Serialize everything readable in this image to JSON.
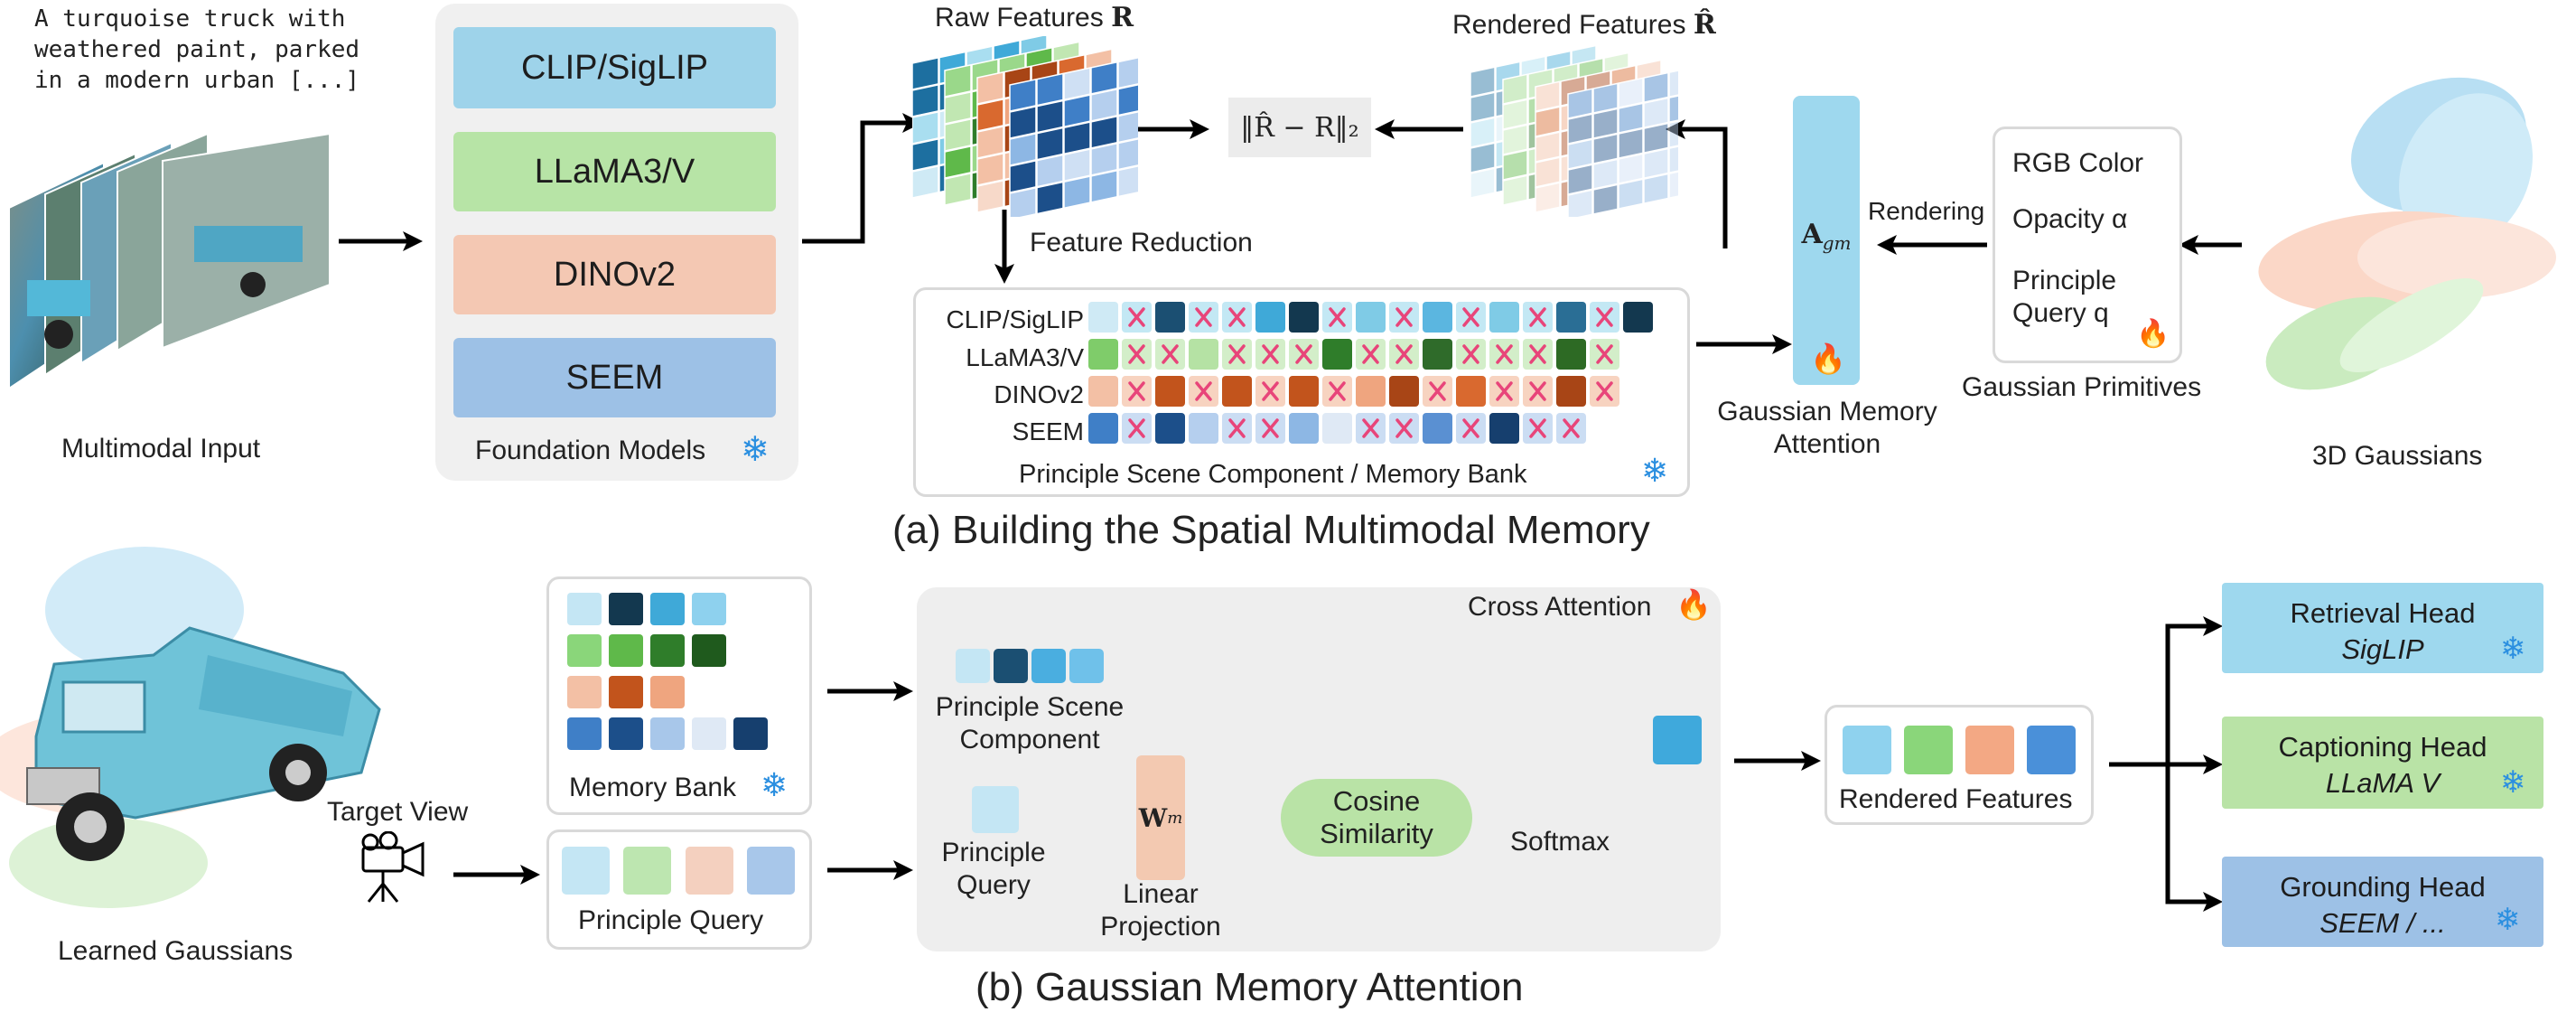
{
  "colors": {
    "clip": "#9ed3ea",
    "llama": "#b7e4a6",
    "dino": "#f4c8b3",
    "seem": "#9dc1e6",
    "attention": "#9ed8ee",
    "cross_panel": "#eeeeee",
    "cosine": "#b9e3a6",
    "linear": "#f3c9b1",
    "cross_mark": "#e8457a"
  },
  "top": {
    "input_text": [
      "A turquoise truck with",
      "weathered paint, parked",
      "in a modern urban [...]"
    ],
    "multimodal_input_label": "Multimodal Input",
    "foundation_models": [
      "CLIP/SigLIP",
      "LLaMA3/V",
      "DINOv2",
      "SEEM"
    ],
    "foundation_models_label": "Foundation Models",
    "raw_features_label": "Raw Features",
    "raw_features_symbol": "R",
    "rendered_features_label": "Rendered Features",
    "rendered_features_symbol": "R̂",
    "loss": "‖R̂ − R‖₂",
    "feature_reduction_label": "Feature Reduction",
    "memory_rows": [
      "CLIP/SigLIP",
      "LLaMA3/V",
      "DINOv2",
      "SEEM"
    ],
    "memory_bank_label": "Principle Scene Component / Memory Bank",
    "attention_symbol": "A",
    "attention_subscript": "gm",
    "gaussian_memory_attention_label": [
      "Gaussian Memory",
      "Attention"
    ],
    "rendering_label": "Rendering",
    "primitives": [
      "RGB Color",
      "Opacity α",
      "Principle",
      "Query q"
    ],
    "gaussian_primitives_label": "Gaussian Primitives",
    "gaussians_label": "3D Gaussians",
    "caption": "(a) Building the Spatial Multimodal Memory"
  },
  "bottom": {
    "learned_gaussians_label": "Learned Gaussians",
    "target_view_label": "Target View",
    "memory_bank_label": "Memory Bank",
    "principle_query_label": "Principle Query",
    "cross_attention_label": "Cross Attention",
    "principle_scene_component_label": [
      "Principle Scene",
      "Component"
    ],
    "principle_query_inner_label": [
      "Principle",
      "Query"
    ],
    "wm_symbol": "W",
    "wm_subscript": "m",
    "linear_projection_label": [
      "Linear",
      "Projection"
    ],
    "cosine_label": [
      "Cosine",
      "Similarity"
    ],
    "softmax_label": "Softmax",
    "rendered_features_label": "Rendered Features",
    "heads": [
      {
        "title": "Retrieval Head",
        "model": "SigLIP"
      },
      {
        "title": "Captioning Head",
        "model": "LLaMA V"
      },
      {
        "title": "Grounding Head",
        "model": "SEEM / ..."
      }
    ],
    "caption": "(b) Gaussian Memory Attention"
  }
}
